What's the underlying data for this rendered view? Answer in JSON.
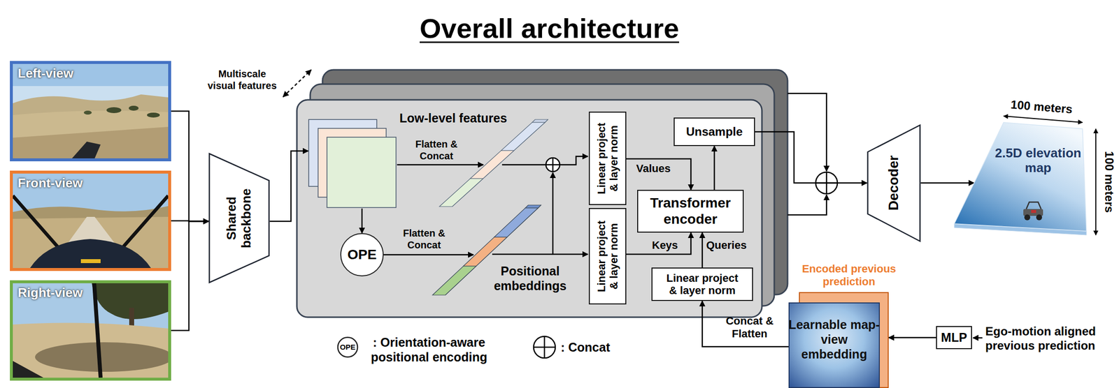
{
  "diagram": {
    "title": "Overall architecture",
    "nodes": [
      {
        "text": [
          "Left-view"
        ]
      },
      {
        "text": [
          "Front-view"
        ]
      },
      {
        "text": [
          "Right-view"
        ]
      },
      {
        "text": [
          "Shared backbone"
        ]
      },
      {
        "text": [
          "Low-level features"
        ]
      },
      {
        "text": [
          "OPE"
        ]
      },
      {
        "text": [
          "Linear project & layer norm"
        ]
      },
      {
        "text": [
          "Linear project & layer norm"
        ]
      },
      {
        "text": [
          "Unsample"
        ]
      },
      {
        "text": [
          "Transformer encoder"
        ]
      },
      {
        "text": [
          "Linear project & layer norm"
        ]
      },
      {
        "text": [
          "Decoder"
        ]
      },
      {
        "text": [
          "2.5D elevation map"
        ]
      },
      {
        "text": [
          "Encoded previous prediction",
          "Learnable map-view embedding"
        ]
      },
      {
        "text": [
          "MLP"
        ]
      }
    ],
    "edges": [
      {
        "from": 0,
        "to": 3,
        "arrow": "to"
      },
      {
        "from": 1,
        "to": 3,
        "arrow": "to"
      },
      {
        "from": 2,
        "to": 3,
        "arrow": "to"
      },
      {
        "from": 3,
        "to": 4,
        "arrow": "to"
      },
      {
        "from": 4,
        "to": 5,
        "arrow": "to"
      },
      {
        "from": 6,
        "to": 9,
        "label": "Values",
        "arrow": "to"
      },
      {
        "from": 7,
        "to": 9,
        "label": "Keys",
        "arrow": "to"
      },
      {
        "from": 10,
        "to": 9,
        "label": "Queries",
        "arrow": "to"
      },
      {
        "from": 9,
        "to": 8,
        "arrow": "to"
      },
      {
        "from": 8,
        "to": 11,
        "arrow": "to"
      },
      {
        "from": 11,
        "to": 12,
        "arrow": "to"
      },
      {
        "from": 13,
        "to": 10,
        "label": "Concat & Flatten",
        "arrow": "to"
      },
      {
        "from": 14,
        "to": 13,
        "arrow": "to"
      }
    ],
    "labels": [
      "Multiscale visual features",
      "Flatten & Concat",
      "Flatten & Concat",
      "Positional embeddings",
      "100 meters",
      "100 meters",
      "Ego-motion aligned previous prediction",
      "OPE"
    ],
    "legend": [
      {
        "text": ": Orientation-aware positional encoding"
      },
      {
        "text": ": Concat"
      }
    ]
  }
}
